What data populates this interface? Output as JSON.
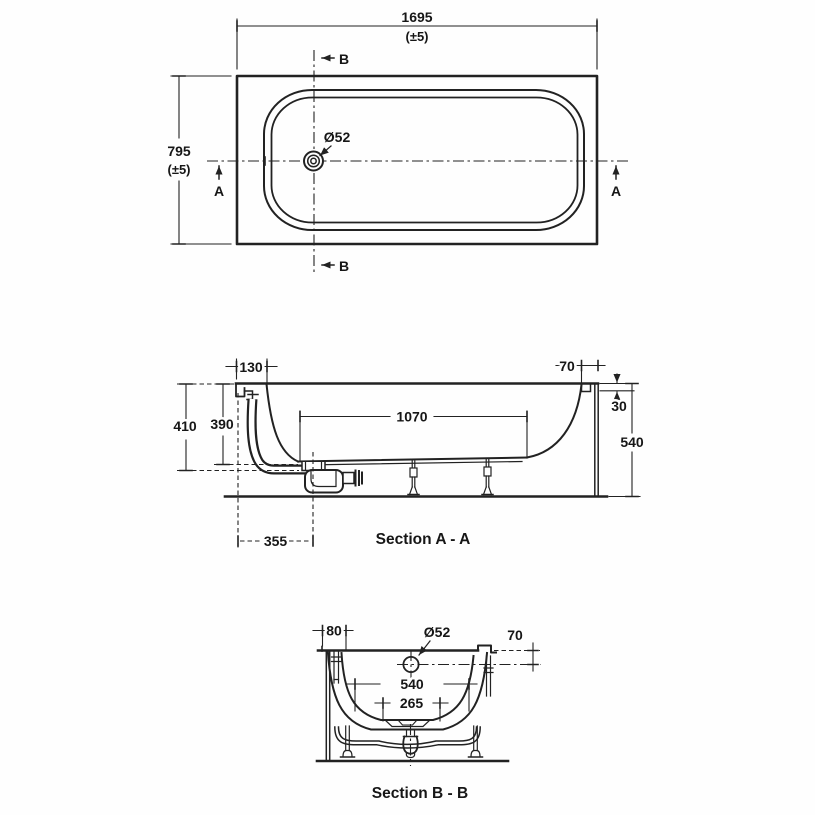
{
  "drawing": {
    "plan": {
      "length": "1695",
      "length_tol": "(±5)",
      "width": "795",
      "width_tol": "(±5)",
      "waste_dia": "Ø52",
      "marker_a": "A",
      "marker_b": "B"
    },
    "aa": {
      "label": "Section A - A",
      "head_rim_width": "130",
      "foot_rim_width": "70",
      "rim_lip_height": "30",
      "overall_height": "540",
      "depth_overall": "410",
      "depth_interior": "390",
      "flat_bottom_length": "1070",
      "waste_offset": "355"
    },
    "bb": {
      "label": "Section B - B",
      "side_rim_width": "80",
      "overflow_drop": "70",
      "interior_top_width": "540",
      "flat_bottom_width": "265",
      "waste_dia": "Ø52"
    },
    "colors": {
      "line": "#222222",
      "background": "#fefefe"
    }
  }
}
